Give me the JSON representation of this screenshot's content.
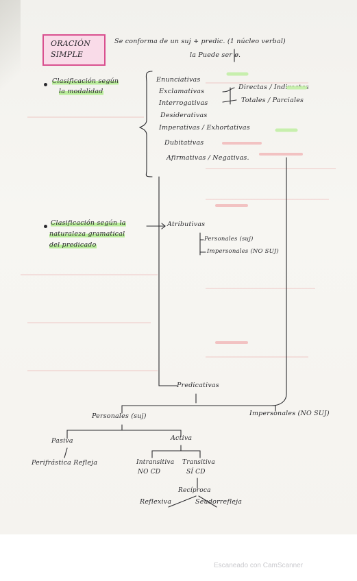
{
  "title": {
    "line1": "ORACIÓN",
    "line2": "SIMPLE"
  },
  "definition": {
    "line1": "Se conforma de un suj + predic. (1 núcleo verbal)",
    "line2": "la Puede ser ø."
  },
  "modalidad": {
    "heading_line1": "Clasificación según",
    "heading_line2": "la modalidad",
    "items": [
      "Enunciativas",
      "Exclamativas",
      "Interrogativas",
      "Desiderativas",
      "Imperativas / Exhortativas",
      "Dubitativas",
      "Afirmativas / Negativas."
    ],
    "interrog_types": [
      "Directas / Indirectas",
      "Totales / Parciales"
    ]
  },
  "naturaleza": {
    "heading_line1": "Clasificación según la",
    "heading_line2": "naturaleza gramatical",
    "heading_line3": "del predicado",
    "atributivas": "Atributivas",
    "atrib_types": [
      "Personales (suj)",
      "Impersonales (NO SUJ)"
    ],
    "predicativas": "Predicativas"
  },
  "tree": {
    "personales": "Personales (suj)",
    "impersonales": "Impersonales (NO SUJ)",
    "pasiva": "Pasiva",
    "activa": "Activa",
    "perifrastica": "Perifrástica Refleja",
    "intransitiva_line1": "Intransitiva",
    "intransitiva_line2": "NO CD",
    "transitiva_line1": "Transitiva",
    "transitiva_line2": "SÍ CD",
    "reciproca": "Recíproca",
    "reflexiva": "Reflexiva",
    "seudorrefleja": "Seudorrefleja"
  },
  "footer": "Escaneado con CamScanner"
}
